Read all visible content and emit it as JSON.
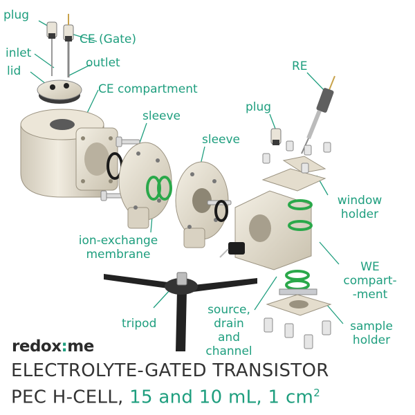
{
  "labels": {
    "plug_top": "plug",
    "ce_gate": "CE (Gate)",
    "inlet": "inlet",
    "outlet": "outlet",
    "lid": "lid",
    "ce_compartment": "CE compartment",
    "re": "RE",
    "plug_right": "plug",
    "sleeve_left": "sleeve",
    "sleeve_right": "sleeve",
    "window_holder_1": "window",
    "window_holder_2": "holder",
    "membrane_1": "ion-exchange",
    "membrane_2": "membrane",
    "we_1": "WE",
    "we_2": "compart-",
    "we_3": "-ment",
    "tripod": "tripod",
    "sdc_1": "source,",
    "sdc_2": "drain",
    "sdc_3": "and",
    "sdc_4": "channel",
    "sample_1": "sample",
    "sample_2": "holder"
  },
  "brand": {
    "pre": "redox",
    "dot": ":",
    "post": "me"
  },
  "title": {
    "line1": "ELECTROLYTE-GATED TRANSISTOR",
    "line2_prefix": "PEC H-CELL, ",
    "line2_volumes": "15 and 10 mL, 1 cm",
    "line2_sup": "2"
  },
  "colors": {
    "accent": "#1e9e7e",
    "part": "#e8e2d4",
    "oring": "#2aa84a"
  }
}
